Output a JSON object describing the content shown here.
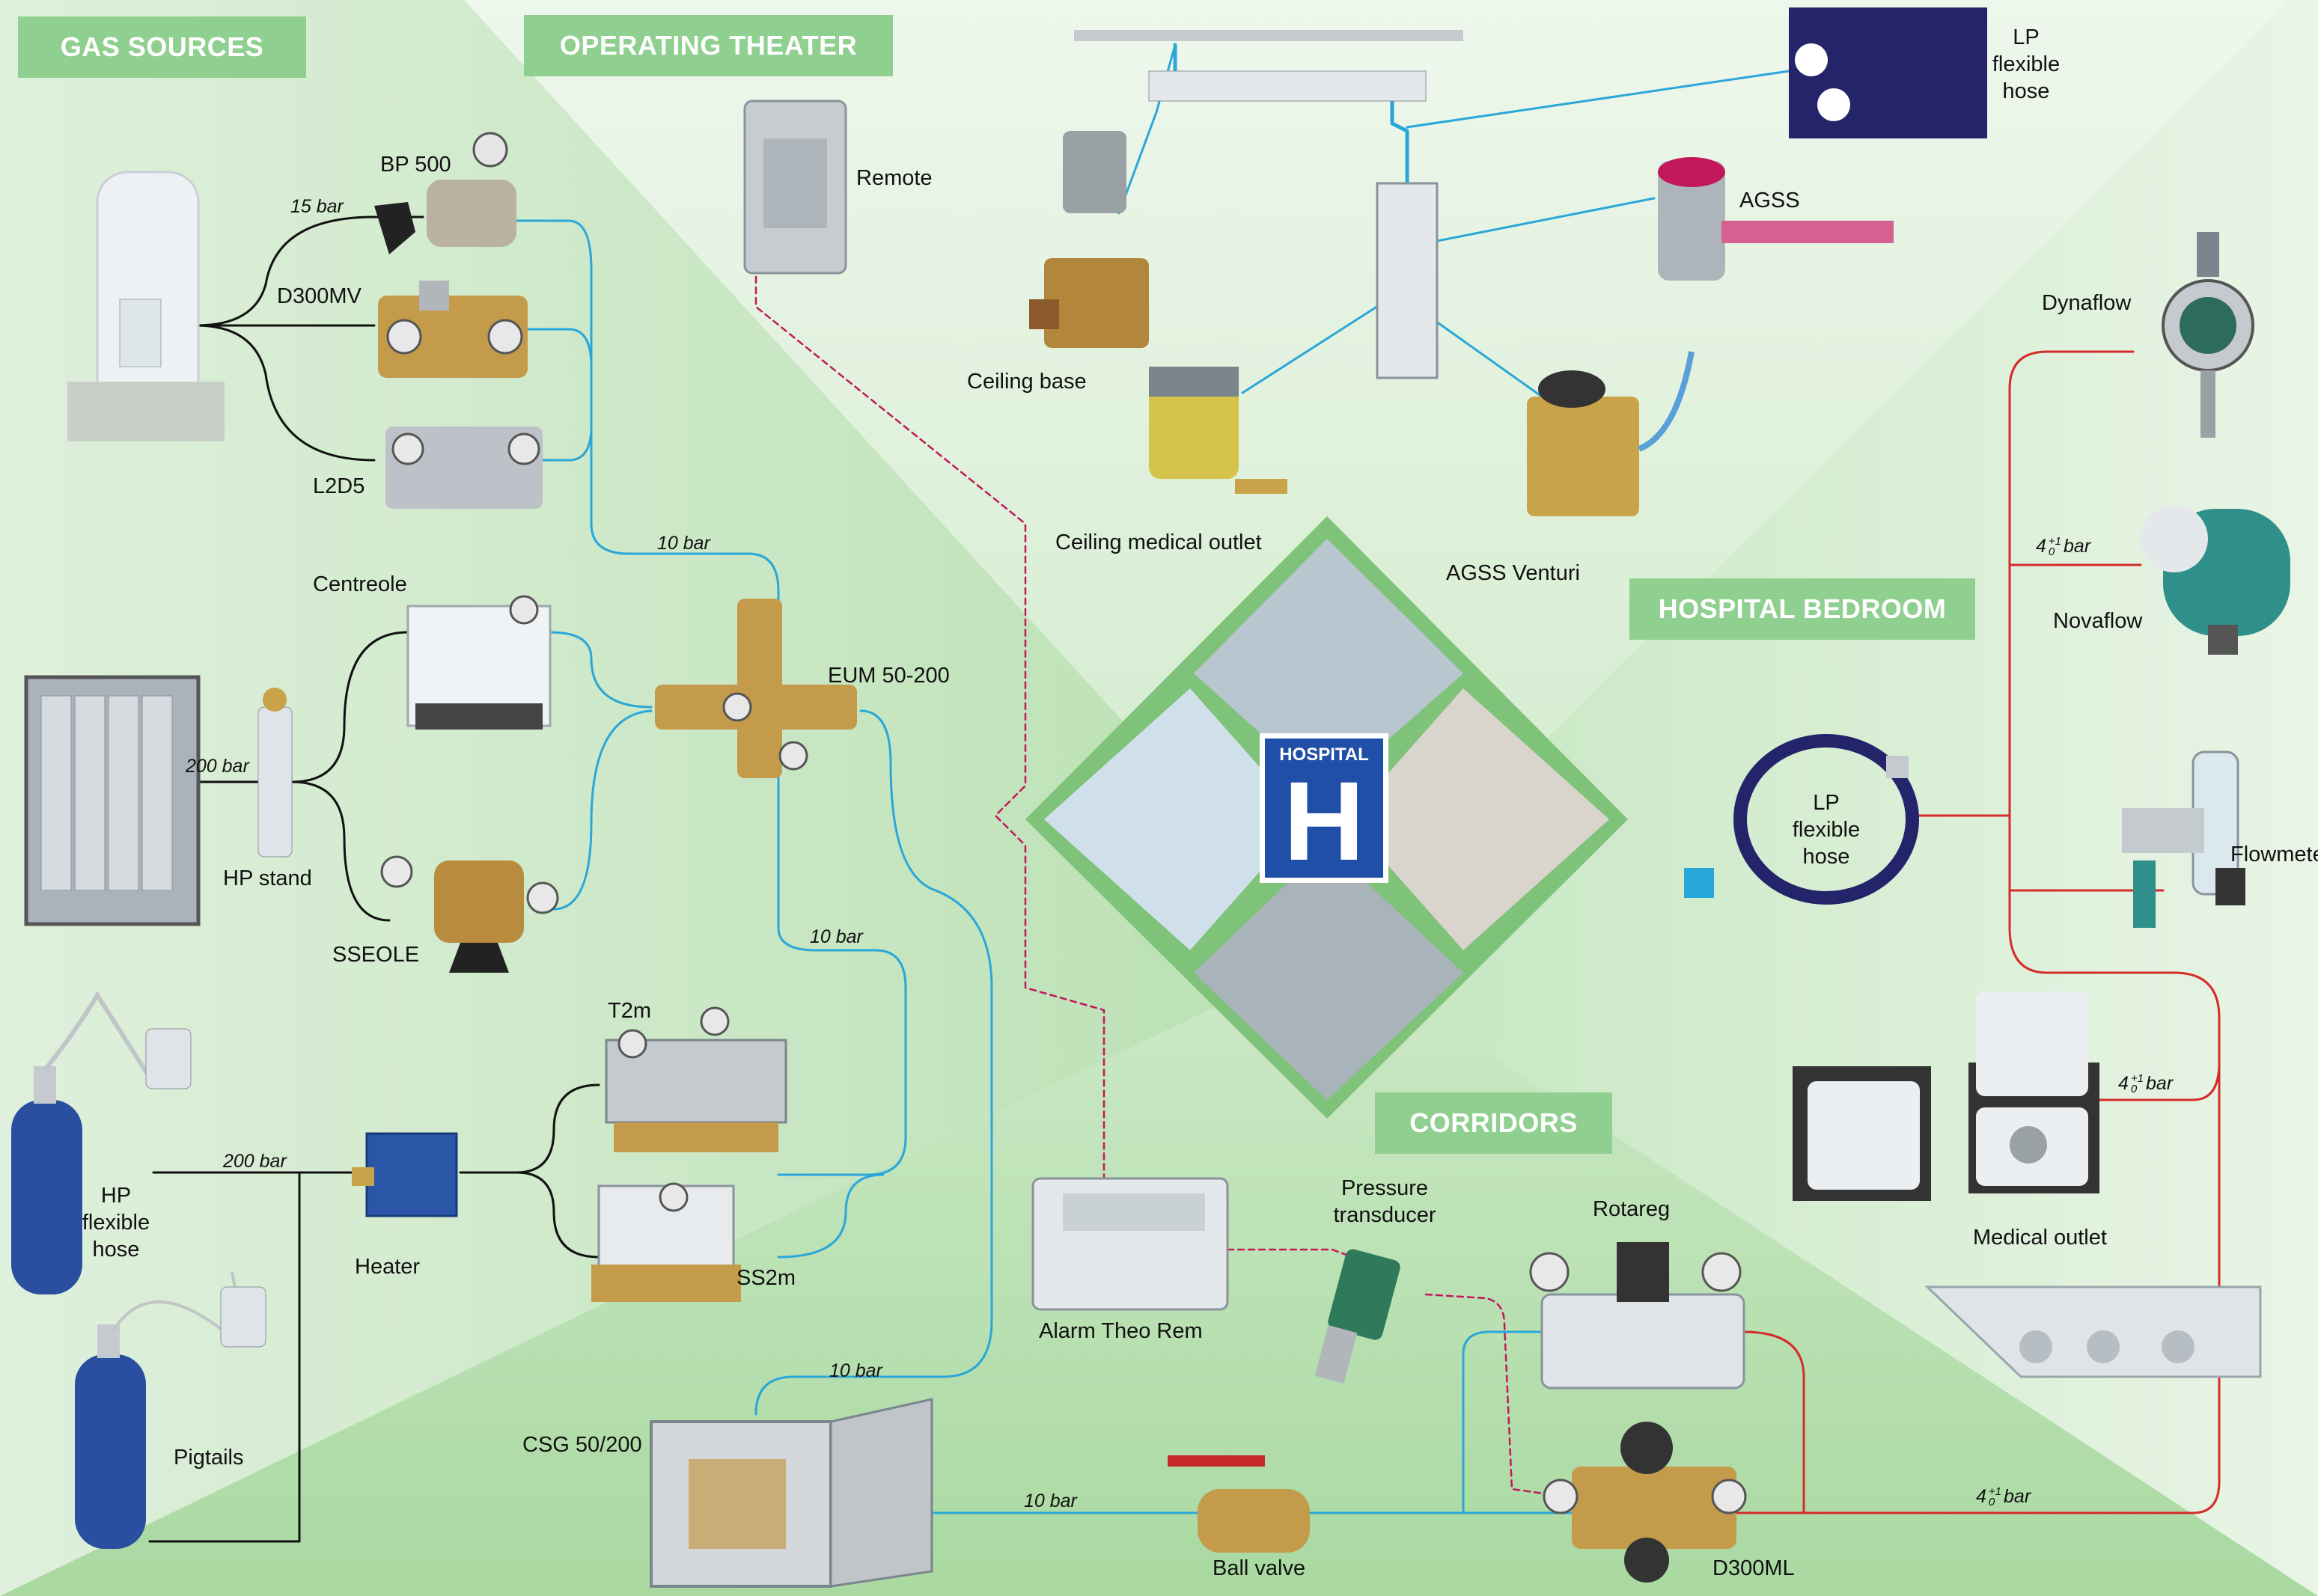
{
  "sections": {
    "gas_sources": "GAS SOURCES",
    "operating_theater": "OPERATING THEATER",
    "hospital_bedroom": "HOSPITAL BEDROOM",
    "corridors": "CORRIDORS"
  },
  "components": {
    "bp500": "BP 500",
    "d300mv": "D300MV",
    "l2d5": "L2D5",
    "centreole": "Centreole",
    "hp_stand": "HP stand",
    "sseole": "SSEOLE",
    "hp_flexible_hose": [
      "HP",
      "flexible",
      "hose"
    ],
    "pigtails": "Pigtails",
    "heater": "Heater",
    "t2m": "T2m",
    "ss2m": "SS2m",
    "eum": "EUM 50-200",
    "remote": "Remote",
    "csg": "CSG 50/200",
    "ceiling_base": "Ceiling base",
    "ceiling_medical_outlet": "Ceiling medical outlet",
    "agss": "AGSS",
    "agss_venturi": "AGSS Venturi",
    "lp_hose_top": [
      "LP",
      "flexible",
      "hose"
    ],
    "dynaflow": "Dynaflow",
    "novaflow": "Novaflow",
    "flowmeter": "Flowmete",
    "lp_hose_bedroom": [
      "LP",
      "flexible",
      "hose"
    ],
    "medical_outlet": "Medical outlet",
    "alarm": "Alarm Theo Rem",
    "pressure_transducer": [
      "Pressure",
      "transducer"
    ],
    "rotareg": "Rotareg",
    "ball_valve": "Ball valve",
    "d300ml": "D300ML",
    "hospital_sign_top": "HOSPITAL",
    "hospital_sign_letter": "H"
  },
  "pressures": {
    "p15": "15 bar",
    "p200_top": "200 bar",
    "p200_bottom": "200 bar",
    "p10_a": "10 bar",
    "p10_b": "10 bar",
    "p10_c": "10 bar",
    "p10_d": "10 bar",
    "p4_novaflow": "4",
    "p4_outlet": "4",
    "p4_bottom": "4",
    "p4_sup": "+1",
    "p4_sub": "0",
    "bar": "bar"
  },
  "colors": {
    "section_badge": "#8fcf8f",
    "hp_line": "#111111",
    "mp_line": "#2aa7d9",
    "lp_line": "#d62b2b",
    "signal_line": "#c2185b",
    "hospital_blue": "#1f4fa6"
  }
}
